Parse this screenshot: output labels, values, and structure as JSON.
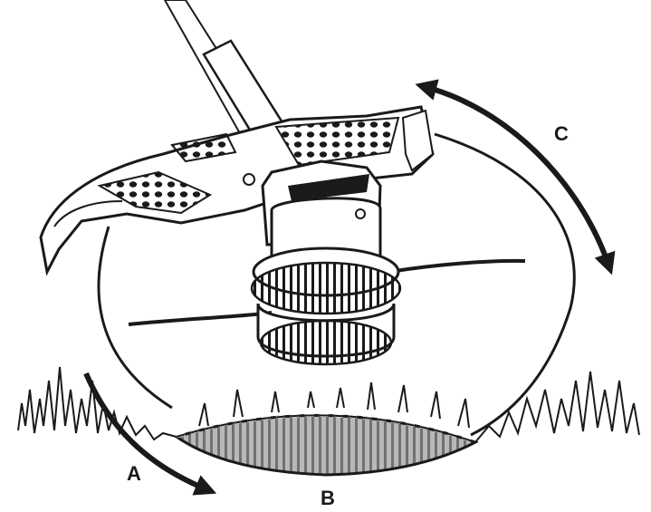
{
  "callouts": {
    "a": "A",
    "b": "B",
    "c": "C"
  },
  "colors": {
    "ink": "#1a1a1a",
    "guard": "#ffffff",
    "ground_cut_zone": "#9a9a9a"
  },
  "icons": {
    "trimmer": "string-trimmer-head-icon",
    "rotation_arrow": "curved-arrow-icon",
    "grass": "grass-icon"
  }
}
